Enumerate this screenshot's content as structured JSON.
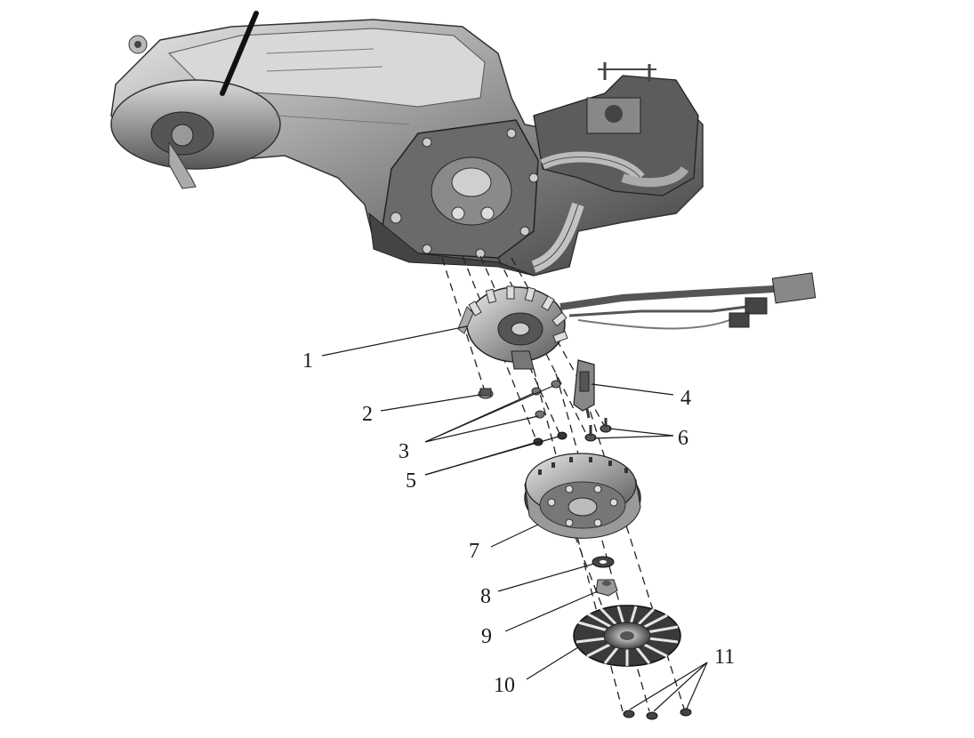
{
  "callouts": {
    "c1": "1",
    "c2": "2",
    "c3": "3",
    "c4": "4",
    "c5": "5",
    "c6": "6",
    "c7": "7",
    "c8": "8",
    "c9": "9",
    "c10": "10",
    "c11": "11"
  },
  "colors": {
    "ink": "#1a1a1a",
    "metal_dark": "#3a3a3a",
    "metal_mid": "#7a7a7a",
    "metal_light": "#c8c8c8",
    "background": "#ffffff"
  }
}
